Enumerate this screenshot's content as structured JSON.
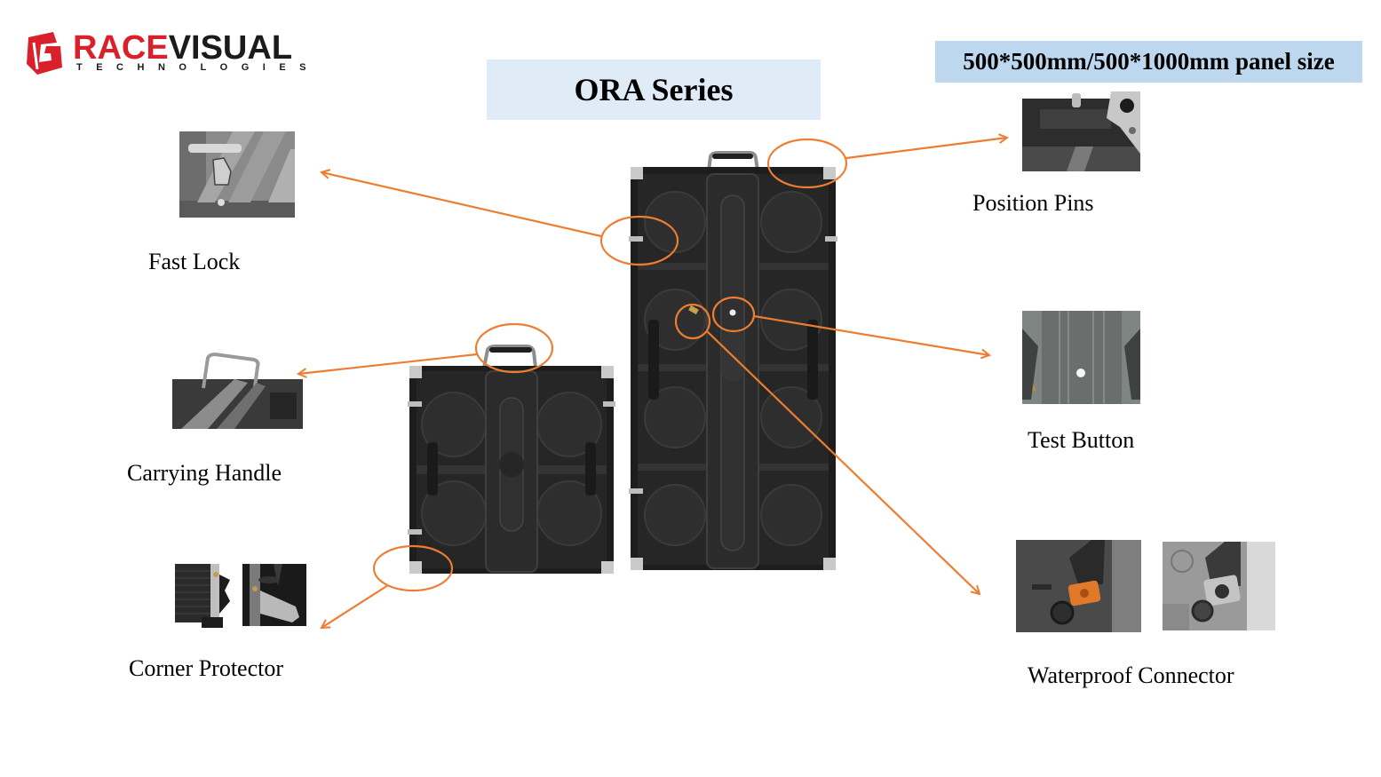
{
  "brand": {
    "name_part1": "RACE",
    "name_part2": "VISUAL",
    "tagline": "TECHNOLOGIES",
    "brand_red": "#d8212b"
  },
  "header": {
    "title": "ORA Series",
    "panel_size": "500*500mm/500*1000mm panel size"
  },
  "colors": {
    "callout": "#ed7d31",
    "title_bg": "#dfebf6",
    "size_bg": "#bdd7ee"
  },
  "features": {
    "fast_lock": {
      "label": "Fast  Lock",
      "icon": "fast-lock-photo"
    },
    "carrying_handle": {
      "label": "Carrying Handle",
      "icon": "carrying-handle-photo"
    },
    "corner_protector": {
      "label": "Corner Protector",
      "icon": "corner-protector-photo"
    },
    "position_pins": {
      "label": "Position Pins",
      "icon": "position-pins-photo"
    },
    "test_button": {
      "label": "Test Button",
      "icon": "test-button-photo"
    },
    "waterproof_connector": {
      "label": "Waterproof Connector",
      "icon": "waterproof-connector-photo"
    }
  },
  "products": {
    "small_panel": "500*500mm cabinet",
    "large_panel": "500*1000mm cabinet"
  }
}
